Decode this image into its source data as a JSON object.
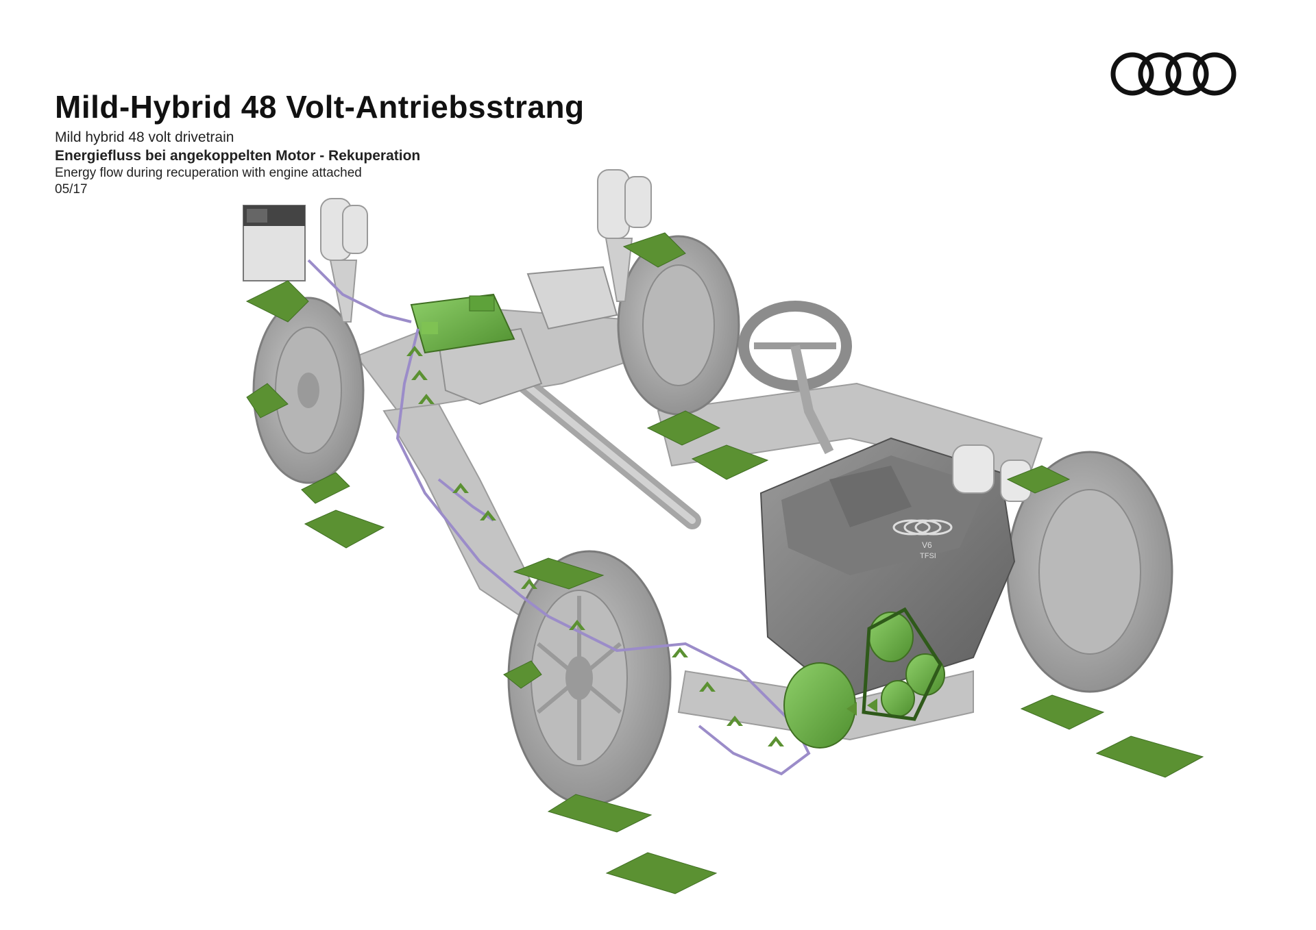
{
  "header": {
    "title": "Mild-Hybrid 48 Volt-Antriebsstrang",
    "subtitle_en": "Mild hybrid 48 volt drivetrain",
    "caption_de": "Energiefluss bei angekoppelten Motor - Rekuperation",
    "caption_en": "Energy flow during recuperation with engine attached",
    "date": "05/17"
  },
  "logo": {
    "icon": "four-rings-logo",
    "color": "#111111"
  },
  "engine_cover": {
    "line1": "V6",
    "line2": "TFSI"
  },
  "colors": {
    "energy_flow": "#5b9132",
    "component_highlight": "#6fb04a",
    "chassis": "#b9b9b9",
    "tire": "#9a9a9a",
    "cable": "#9b8cc9"
  }
}
